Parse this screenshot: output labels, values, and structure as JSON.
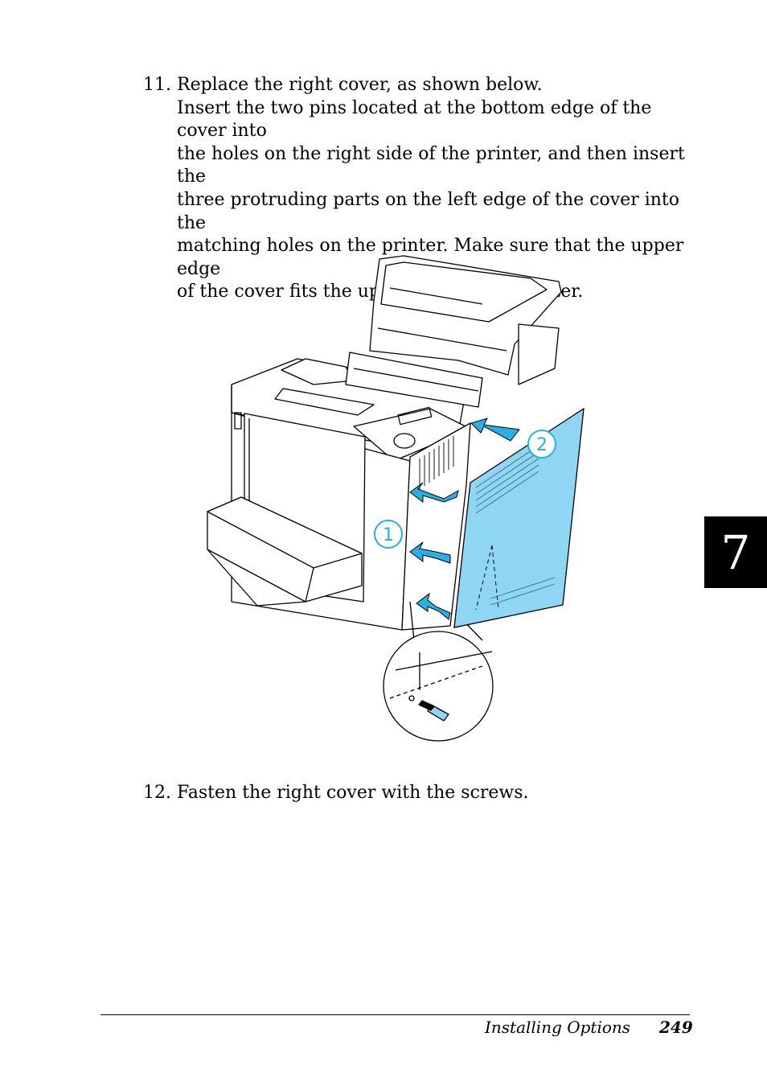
{
  "steps": [
    {
      "number": "11.",
      "title": "Replace the right cover, as shown below.",
      "lines": [
        "Insert the two pins located at the bottom edge of the cover into",
        "the holes on the right side of the printer, and then insert the",
        "three protruding parts on the left edge of the cover into the",
        "matching holes on the printer. Make sure that the upper edge",
        "of the cover fits the upper part of the printer."
      ]
    },
    {
      "number": "12.",
      "title": "Fasten the right cover with the screws."
    }
  ],
  "figure": {
    "callout_1": "1",
    "callout_2": "2",
    "colors": {
      "cover": "#8fd6f4",
      "arrow": "#29aee5",
      "callout": "#29aee5"
    }
  },
  "chapter_tab": "7",
  "footer": {
    "section": "Installing Options",
    "page": "249"
  }
}
